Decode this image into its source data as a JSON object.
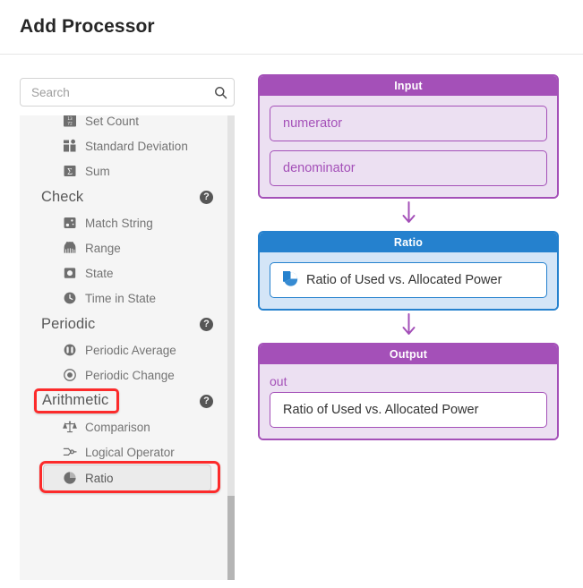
{
  "dialog": {
    "title": "Add Processor"
  },
  "search": {
    "placeholder": "Search",
    "value": "",
    "icon": "search-icon"
  },
  "list": {
    "entries": [
      {
        "kind": "item",
        "label": "Set Count",
        "icon": "set-count-icon"
      },
      {
        "kind": "item",
        "label": "Standard Deviation",
        "icon": "standard-deviation-icon"
      },
      {
        "kind": "item",
        "label": "Sum",
        "icon": "sum-icon"
      },
      {
        "kind": "section",
        "label": "Check",
        "icon": "help-icon",
        "highlighted": false
      },
      {
        "kind": "item",
        "label": "Match String",
        "icon": "match-string-icon"
      },
      {
        "kind": "item",
        "label": "Range",
        "icon": "range-icon"
      },
      {
        "kind": "item",
        "label": "State",
        "icon": "state-icon"
      },
      {
        "kind": "item",
        "label": "Time in State",
        "icon": "time-in-state-icon"
      },
      {
        "kind": "section",
        "label": "Periodic",
        "icon": "help-icon",
        "highlighted": false
      },
      {
        "kind": "item",
        "label": "Periodic Average",
        "icon": "periodic-average-icon"
      },
      {
        "kind": "item",
        "label": "Periodic Change",
        "icon": "periodic-change-icon"
      },
      {
        "kind": "section",
        "label": "Arithmetic",
        "icon": "help-icon",
        "highlighted": true
      },
      {
        "kind": "item",
        "label": "Comparison",
        "icon": "comparison-icon"
      },
      {
        "kind": "item",
        "label": "Logical Operator",
        "icon": "logical-operator-icon"
      },
      {
        "kind": "item",
        "label": "Ratio",
        "icon": "ratio-icon",
        "selected": true,
        "highlighted": true
      }
    ],
    "help_glyph": "?"
  },
  "flow": {
    "arrow_glyph": "↓",
    "input_card": {
      "header": "Input",
      "slots": [
        {
          "label": "numerator"
        },
        {
          "label": "denominator"
        }
      ]
    },
    "processor_card": {
      "header": "Ratio",
      "slot": {
        "label": "Ratio of Used vs. Allocated Power",
        "icon": "ratio-icon"
      }
    },
    "output_card": {
      "header": "Output",
      "port_label": "out",
      "slot": {
        "label": "Ratio of Used vs. Allocated Power"
      }
    }
  },
  "colors": {
    "purple": "#a450b8",
    "purple_body": "#ece0f2",
    "blue": "#2581ce",
    "blue_body": "#d4e5f7",
    "highlight_red": "#fc2b2b",
    "list_bg": "#f5f5f5"
  }
}
